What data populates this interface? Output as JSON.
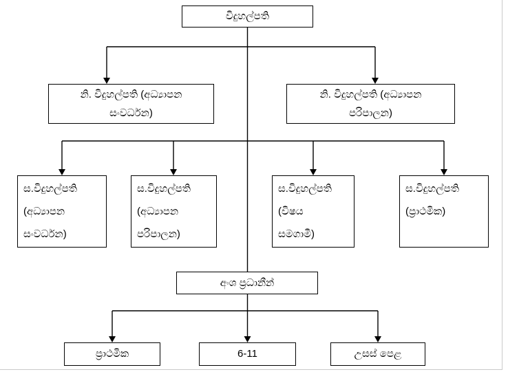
{
  "nodes": {
    "principal": {
      "label": "විදුහල්පති"
    },
    "deputy_development": {
      "label": "නි. විදුහල්පති (අධ්‍යාපන\nසංවර්ධන)"
    },
    "deputy_administration": {
      "label": "නි. විදුහල්පති (අධ්‍යාපන\nපරිපාලන)"
    },
    "assistant_development": {
      "label": "ස.විදුහල්පති\n(අධ්‍යාපන\nසංවර්ධන)"
    },
    "assistant_administration": {
      "label": "ස.විදුහල්පති\n(අධ්‍යාපන\nපරිපාලන)"
    },
    "assistant_subject": {
      "label": "ස.විදුහල්පති\n(විෂය\nසමගාමී)"
    },
    "assistant_primary": {
      "label": "ස.විදුහල්පති\n(ප්‍රාථමික)"
    },
    "section_heads": {
      "label": "අංශ ප්‍රධානීන්"
    },
    "primary_section": {
      "label": "ප්‍රාථමික"
    },
    "grades_6_11": {
      "label": "6-11"
    },
    "advanced_level": {
      "label": "උසස් පෙළ"
    }
  },
  "edges": [
    [
      "principal",
      "deputy_development"
    ],
    [
      "principal",
      "deputy_administration"
    ],
    [
      "principal",
      "assistant_development"
    ],
    [
      "principal",
      "assistant_administration"
    ],
    [
      "principal",
      "assistant_subject"
    ],
    [
      "principal",
      "assistant_primary"
    ],
    [
      "principal",
      "section_heads"
    ],
    [
      "section_heads",
      "primary_section"
    ],
    [
      "section_heads",
      "grades_6_11"
    ],
    [
      "section_heads",
      "advanced_level"
    ]
  ],
  "colors": {
    "line": "#000000",
    "box_border": "#000000",
    "background": "#ffffff",
    "page_edge": "#c9c9c9"
  }
}
